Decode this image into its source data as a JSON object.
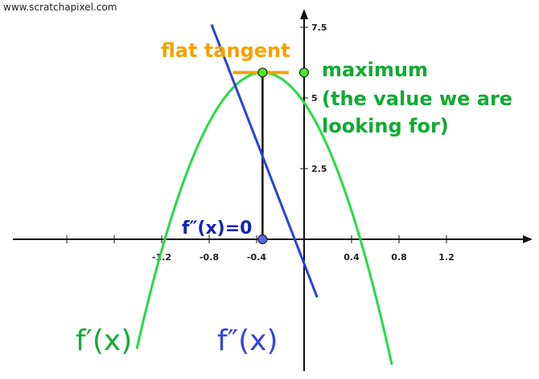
{
  "watermark": "www.scratchapixel.com",
  "chart_data": {
    "type": "line",
    "title": "",
    "xlabel": "",
    "ylabel": "",
    "xlim": [
      -2.8,
      1.9
    ],
    "ylim": [
      -2.1,
      7.8
    ],
    "x_ticks": [
      {
        "value": -1.2,
        "label": "-1.2"
      },
      {
        "value": -0.8,
        "label": "-0.8"
      },
      {
        "value": -0.4,
        "label": "-0.4"
      },
      {
        "value": 0.4,
        "label": "0.4"
      },
      {
        "value": 0.8,
        "label": "0.8"
      },
      {
        "value": 1.2,
        "label": "1.2"
      }
    ],
    "x_minor_ticks": [
      -2.0,
      -1.6
    ],
    "y_ticks": [
      {
        "value": 2.5,
        "label": "2.5"
      },
      {
        "value": 5,
        "label": "5"
      },
      {
        "value": 7.5,
        "label": "7.5"
      }
    ],
    "series": [
      {
        "name": "f′(x)",
        "kind": "parabola",
        "vertex_x": -0.35,
        "vertex_y": 5.9,
        "a": -8.7,
        "x_range": [
          -1.41,
          0.74
        ],
        "color": "#22dd44"
      },
      {
        "name": "f″(x)",
        "kind": "line",
        "points": [
          [
            -0.78,
            7.6
          ],
          [
            0.11,
            -2.05
          ]
        ],
        "color": "#2244dd"
      }
    ],
    "points": [
      {
        "name": "maximum-point",
        "x": -0.35,
        "y": 5.9,
        "color": "#44ee22"
      },
      {
        "name": "y-axis-point",
        "x": 0,
        "y": 5.9,
        "color": "#44ee22"
      },
      {
        "name": "zero-point",
        "x": -0.35,
        "y": 0,
        "color": "#5566ee"
      }
    ],
    "tangent": {
      "x_range": [
        -0.6,
        -0.13
      ],
      "y": 5.9,
      "color": "#f5a000"
    },
    "drop_line": {
      "x": -0.35,
      "y_range": [
        0,
        5.9
      ]
    }
  },
  "annotations": {
    "flat_tangent": {
      "text": "flat tangent",
      "color": "#f5a000"
    },
    "maximum": {
      "lines": [
        "maximum",
        "(the value we are",
        "looking for)"
      ],
      "color": "#11aa33"
    },
    "zero": {
      "text": "f″(x)=0",
      "color": "#1122bb"
    },
    "fprime_label": {
      "text": "f′(x)",
      "color": "#11aa33"
    },
    "fdoubleprime_label": {
      "text": "f″(x)",
      "color": "#3344dd"
    }
  }
}
